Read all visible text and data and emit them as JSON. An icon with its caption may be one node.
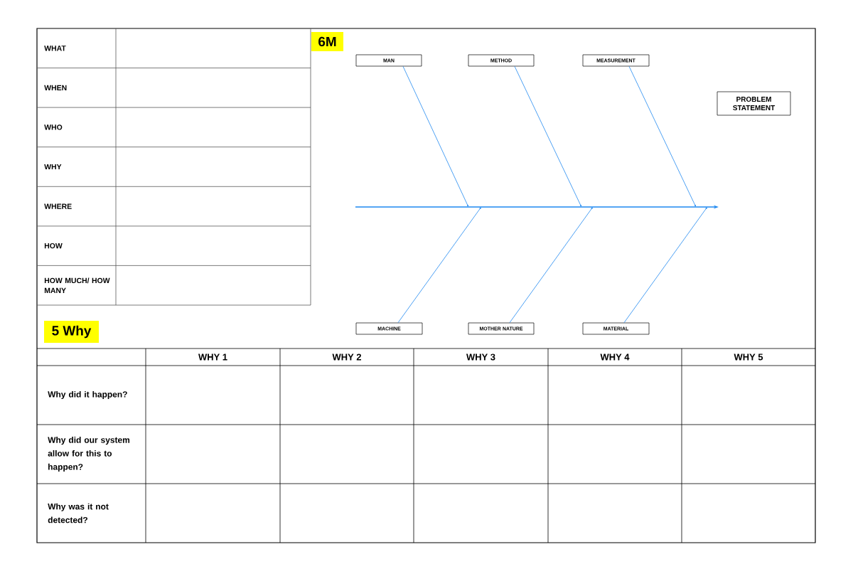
{
  "diagram": {
    "nodes": [
      {
        "text": [
          "6M"
        ]
      },
      {
        "text": [
          "MAN"
        ]
      },
      {
        "text": [
          "METHOD"
        ]
      },
      {
        "text": [
          "MEASUREMENT"
        ]
      },
      {
        "text": [
          "PROBLEM STATEMENT"
        ]
      },
      {
        "text": [
          "MACHINE"
        ]
      },
      {
        "text": [
          "MOTHER NATURE"
        ]
      },
      {
        "text": [
          "MATERIAL"
        ]
      },
      {
        "text": [
          "5 Why"
        ]
      }
    ],
    "edges": [
      {
        "from": 1,
        "to": null,
        "arrow": "to"
      },
      {
        "from": 2,
        "to": null,
        "arrow": "to"
      },
      {
        "from": 3,
        "to": null,
        "arrow": "to"
      },
      {
        "from": 5,
        "to": null,
        "arrow": "to"
      },
      {
        "from": 6,
        "to": null,
        "arrow": "to"
      },
      {
        "from": 7,
        "to": null,
        "arrow": "to"
      }
    ],
    "labels": [
      "WHAT",
      "WHEN",
      "WHO",
      "WHY",
      "WHERE",
      "HOW",
      "HOW MUCH/ HOW MANY",
      "WHY 1",
      "WHY 2",
      "WHY 3",
      "WHY 4",
      "WHY 5",
      "Why did it happen?",
      "Why did our system allow for this to happen?",
      "Why was it not detected?"
    ]
  }
}
